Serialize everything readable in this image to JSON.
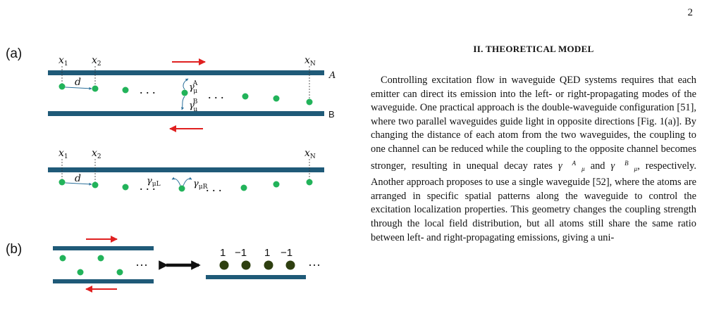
{
  "page_number": "2",
  "figure": {
    "panel_a_label": "(a)",
    "panel_b_label": "(b)",
    "x_labels": {
      "x1": "x",
      "x1_sub": "1",
      "x2": "x",
      "x2_sub": "2",
      "xN": "x",
      "xN_sub": "N"
    },
    "spacing_label": "d",
    "waveguide_A_label": "A",
    "waveguide_B_label": "B",
    "gamma_A": {
      "base": "γ",
      "sup": "A",
      "sub": "μ"
    },
    "gamma_B": {
      "base": "γ",
      "sup": "B",
      "sub": "μ"
    },
    "gamma_L": {
      "base": "γ",
      "sub": "μL"
    },
    "gamma_R": {
      "base": "γ",
      "sub": "μR"
    },
    "ellipsis": ". . .",
    "ellipsis_b": "···",
    "sign_labels": [
      "1",
      "−1",
      "1",
      "−1"
    ],
    "colors": {
      "waveguide": "#1f5a78",
      "atom": "#22b35a",
      "dark_atom": "#2e3f10",
      "arrow": "#e02020"
    }
  },
  "text": {
    "section_heading": "II.   THEORETICAL MODEL",
    "para_1": "Controlling excitation flow in waveguide QED systems requires that each emitter can direct its emission into the left- or right-propagating modes of the waveguide. One practical approach is the double-waveguide configuration [51], where two parallel waveguides guide light in opposite directions [Fig. 1(a)]. By changing the distance of each atom from the two waveguides, the coupling to one channel can be reduced while the coupling to the opposite channel becomes stronger, resulting in unequal decay rates",
    "gamma_inline_A_base": "γ",
    "gamma_inline_A_sup": "A",
    "gamma_inline_A_sub": "μ",
    "para_and": "and",
    "gamma_inline_B_base": "γ",
    "gamma_inline_B_sup": "B",
    "gamma_inline_B_sub": "μ",
    "para_2": ", respectively. Another approach proposes to use a single waveguide [52], where the atoms are arranged in specific spatial patterns along the waveguide to control the excitation localization properties. This geometry changes the coupling strength through the local field distribution, but all atoms still share the same ratio between left- and right-propagating emissions, giving a uni-"
  }
}
